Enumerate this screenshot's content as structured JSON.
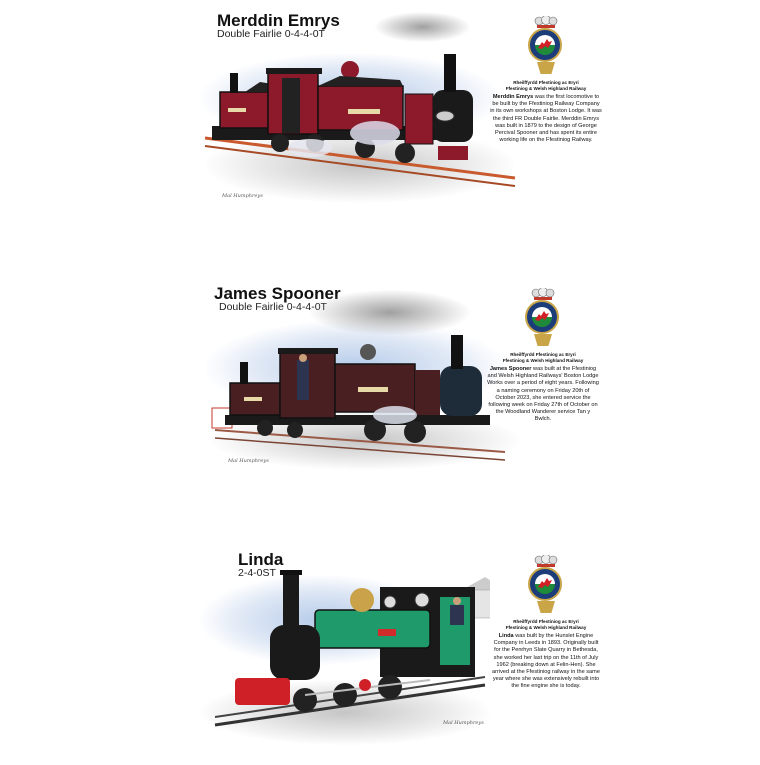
{
  "organization": {
    "line1": "Rheilffyrdd Ffestiniog ac Eryri",
    "line2": "Ffestiniog & Welsh Highland Railway",
    "crest_icon": "prince-of-wales-feathers-welsh-dragon-crest"
  },
  "artist_signature": "Mal Humphreys",
  "locomotives": [
    {
      "name": "Merddin Emrys",
      "type": "Double Fairlie 0-4-4-0T",
      "livery_color": "#8c1a2b",
      "description_lead": "Merddin Emrys",
      "description_rest": " was the first locomotive to be built by the Ffestiniog Railway Company in its own workshops at Boston Lodge. It was the third FR Double Fairlie. Merddin Emrys was built in 1879 to the design of George Percival Spooner and has spent its entire working life on the Ffestiniog Railway."
    },
    {
      "name": "James Spooner",
      "type": "Double Fairlie 0-4-4-0T",
      "livery_color": "#4a1f22",
      "description_lead": "James Spooner",
      "description_rest": " was built at the Ffestiniog and Welsh Highland Railways' Boston Lodge Works over a period of eight years. Following a naming ceremony on Friday 20th of October 2023, she entered service the following week on Friday 27th of October on the Woodland Wanderer service Tan y Bwlch."
    },
    {
      "name": "Linda",
      "type": "2-4-0ST",
      "livery_color": "#1f9a6a",
      "description_lead": "Linda",
      "description_rest": " was built by the Hunslet Engine Company in Leeds in 1893. Originally built for the Penrhyn Slate Quarry in Bethesda, she worked her last trip on the 11th of July 1962 (breaking down at Felin-Hen). She arrived at the Ffestiniog railway in the same year where she was extensively rebuilt into the fine engine she is today."
    }
  ]
}
